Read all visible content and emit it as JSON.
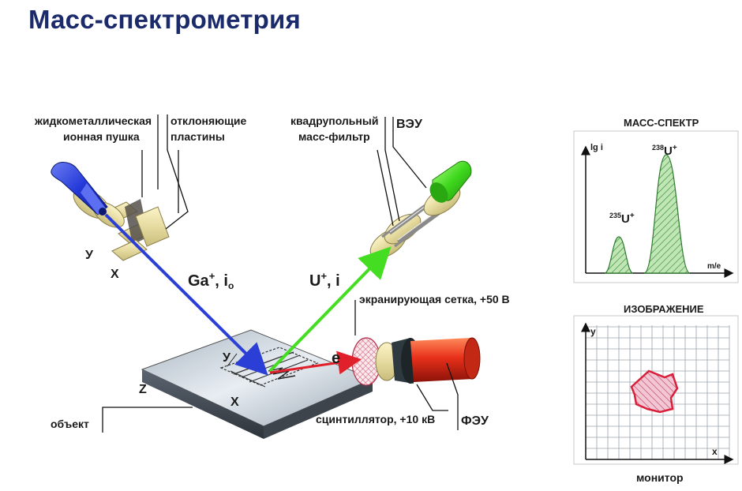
{
  "title": "Масс-спектрометрия",
  "labels": {
    "gun_line1": "жидкометаллическая",
    "gun_line2": "ионная пушка",
    "plates_line1": "отклоняющие",
    "plates_line2": "пластины",
    "quad_line1": "квадрупольный",
    "quad_line2": "масс-фильтр",
    "veu": "ВЭУ",
    "grid": "экранирующая сетка, +50 В",
    "scint": "сцинтиллятор, +10 кВ",
    "feu": "ФЭУ",
    "object": "объект",
    "y_gun": "У",
    "x_gun": "Х",
    "y_sample": "У",
    "x_sample": "Х",
    "z_sample": "Z",
    "ga_beam": "Ga",
    "ga_sup": "+",
    "ga_rest": ", i",
    "ga_sub": "o",
    "u_beam": "U",
    "u_sup": "+",
    "u_rest": ", i",
    "e_beam": "e"
  },
  "spectrum": {
    "title": "МАСС-СПЕКТР",
    "y_axis": "lg i",
    "x_axis": "m/e",
    "peak1_mass": "235",
    "peak1_el": "U",
    "peak1_sup": "+",
    "peak2_mass": "238",
    "peak2_el": "U",
    "peak2_sup": "+"
  },
  "image_panel": {
    "title": "ИЗОБРАЖЕНИЕ",
    "y_axis": "у",
    "x_axis": "х",
    "caption": "монитор"
  },
  "colors": {
    "title": "#1b2a6b",
    "ga_beam": "#2b3fd6",
    "u_beam": "#44dd22",
    "e_beam": "#e0202a",
    "spectrum_fill": "#7fc97a",
    "blob": "#d8203a"
  }
}
